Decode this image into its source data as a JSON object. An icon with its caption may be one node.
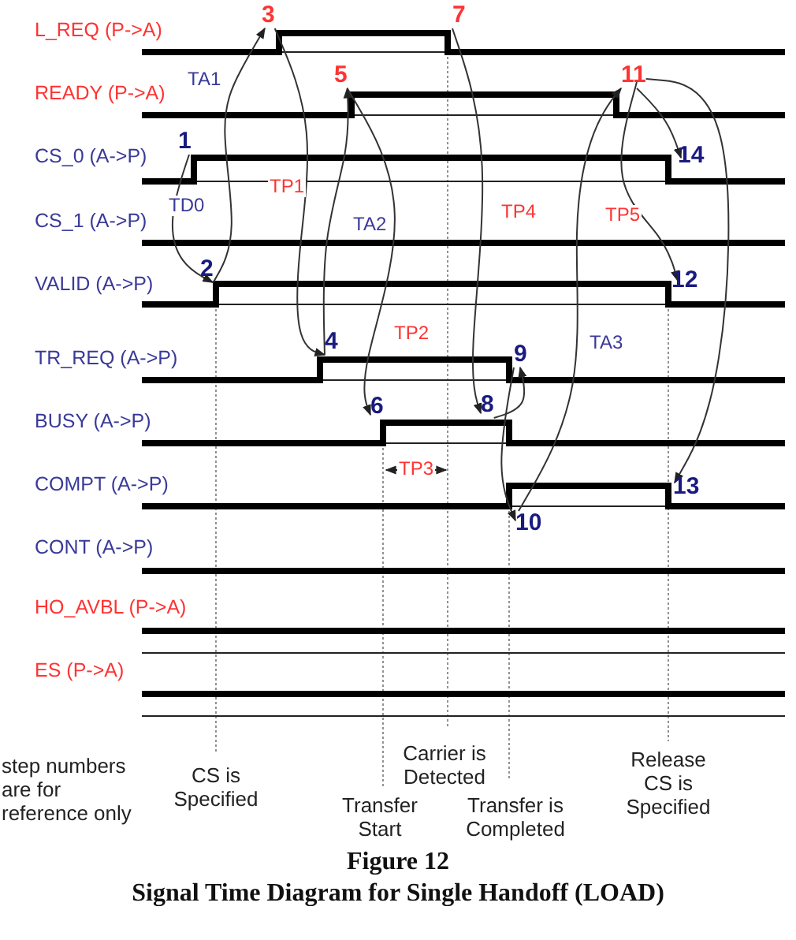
{
  "diagram": {
    "title": "Figure 12",
    "caption": "Signal Time Diagram for Single Handoff (LOAD)",
    "nodes": [
      {
        "text": [
          "1"
        ]
      },
      {
        "text": [
          "2"
        ]
      },
      {
        "text": [
          "3"
        ]
      },
      {
        "text": [
          "4"
        ]
      },
      {
        "text": [
          "5"
        ]
      },
      {
        "text": [
          "6"
        ]
      },
      {
        "text": [
          "7"
        ]
      },
      {
        "text": [
          "8"
        ]
      },
      {
        "text": [
          "9"
        ]
      },
      {
        "text": [
          "10"
        ]
      },
      {
        "text": [
          "11"
        ]
      },
      {
        "text": [
          "12"
        ]
      },
      {
        "text": [
          "13"
        ]
      },
      {
        "text": [
          "14"
        ]
      }
    ],
    "edges": [
      {
        "from": 0,
        "to": 1,
        "arrow": "to",
        "label": "TD0"
      },
      {
        "from": 1,
        "to": 2,
        "arrow": "to",
        "label": "TA1"
      },
      {
        "from": 2,
        "to": 3,
        "arrow": "to",
        "label": "TP1"
      },
      {
        "from": 3,
        "to": 4,
        "arrow": "to",
        "label": "TA2"
      },
      {
        "from": 4,
        "to": 5,
        "arrow": "to",
        "label": "TP2"
      },
      {
        "from": 6,
        "to": 7,
        "arrow": "to",
        "label": "TP4"
      },
      {
        "from": 7,
        "to": 8,
        "arrow": "to"
      },
      {
        "from": 8,
        "to": 9,
        "arrow": "to"
      },
      {
        "from": 9,
        "to": 10,
        "arrow": "to",
        "label": "TA3"
      },
      {
        "from": 10,
        "to": 13,
        "arrow": "to"
      },
      {
        "from": 10,
        "to": 11,
        "arrow": "to",
        "label": "TP5"
      },
      {
        "from": 10,
        "to": 12,
        "arrow": "to"
      }
    ],
    "labels": [
      "L_REQ (P->A)",
      "READY (P->A)",
      "CS_0 (A->P)",
      "CS_1 (A->P)",
      "VALID (A->P)",
      "TR_REQ (A->P)",
      "BUSY (A->P)",
      "COMPT (A->P)",
      "CONT (A->P)",
      "HO_AVBL (P->A)",
      "ES (P->A)",
      "TP3",
      "step numbers are for reference only",
      "CS is Specified",
      "Carrier is Detected",
      "Transfer Start",
      "Transfer is Completed",
      "Release CS is Specified"
    ]
  }
}
